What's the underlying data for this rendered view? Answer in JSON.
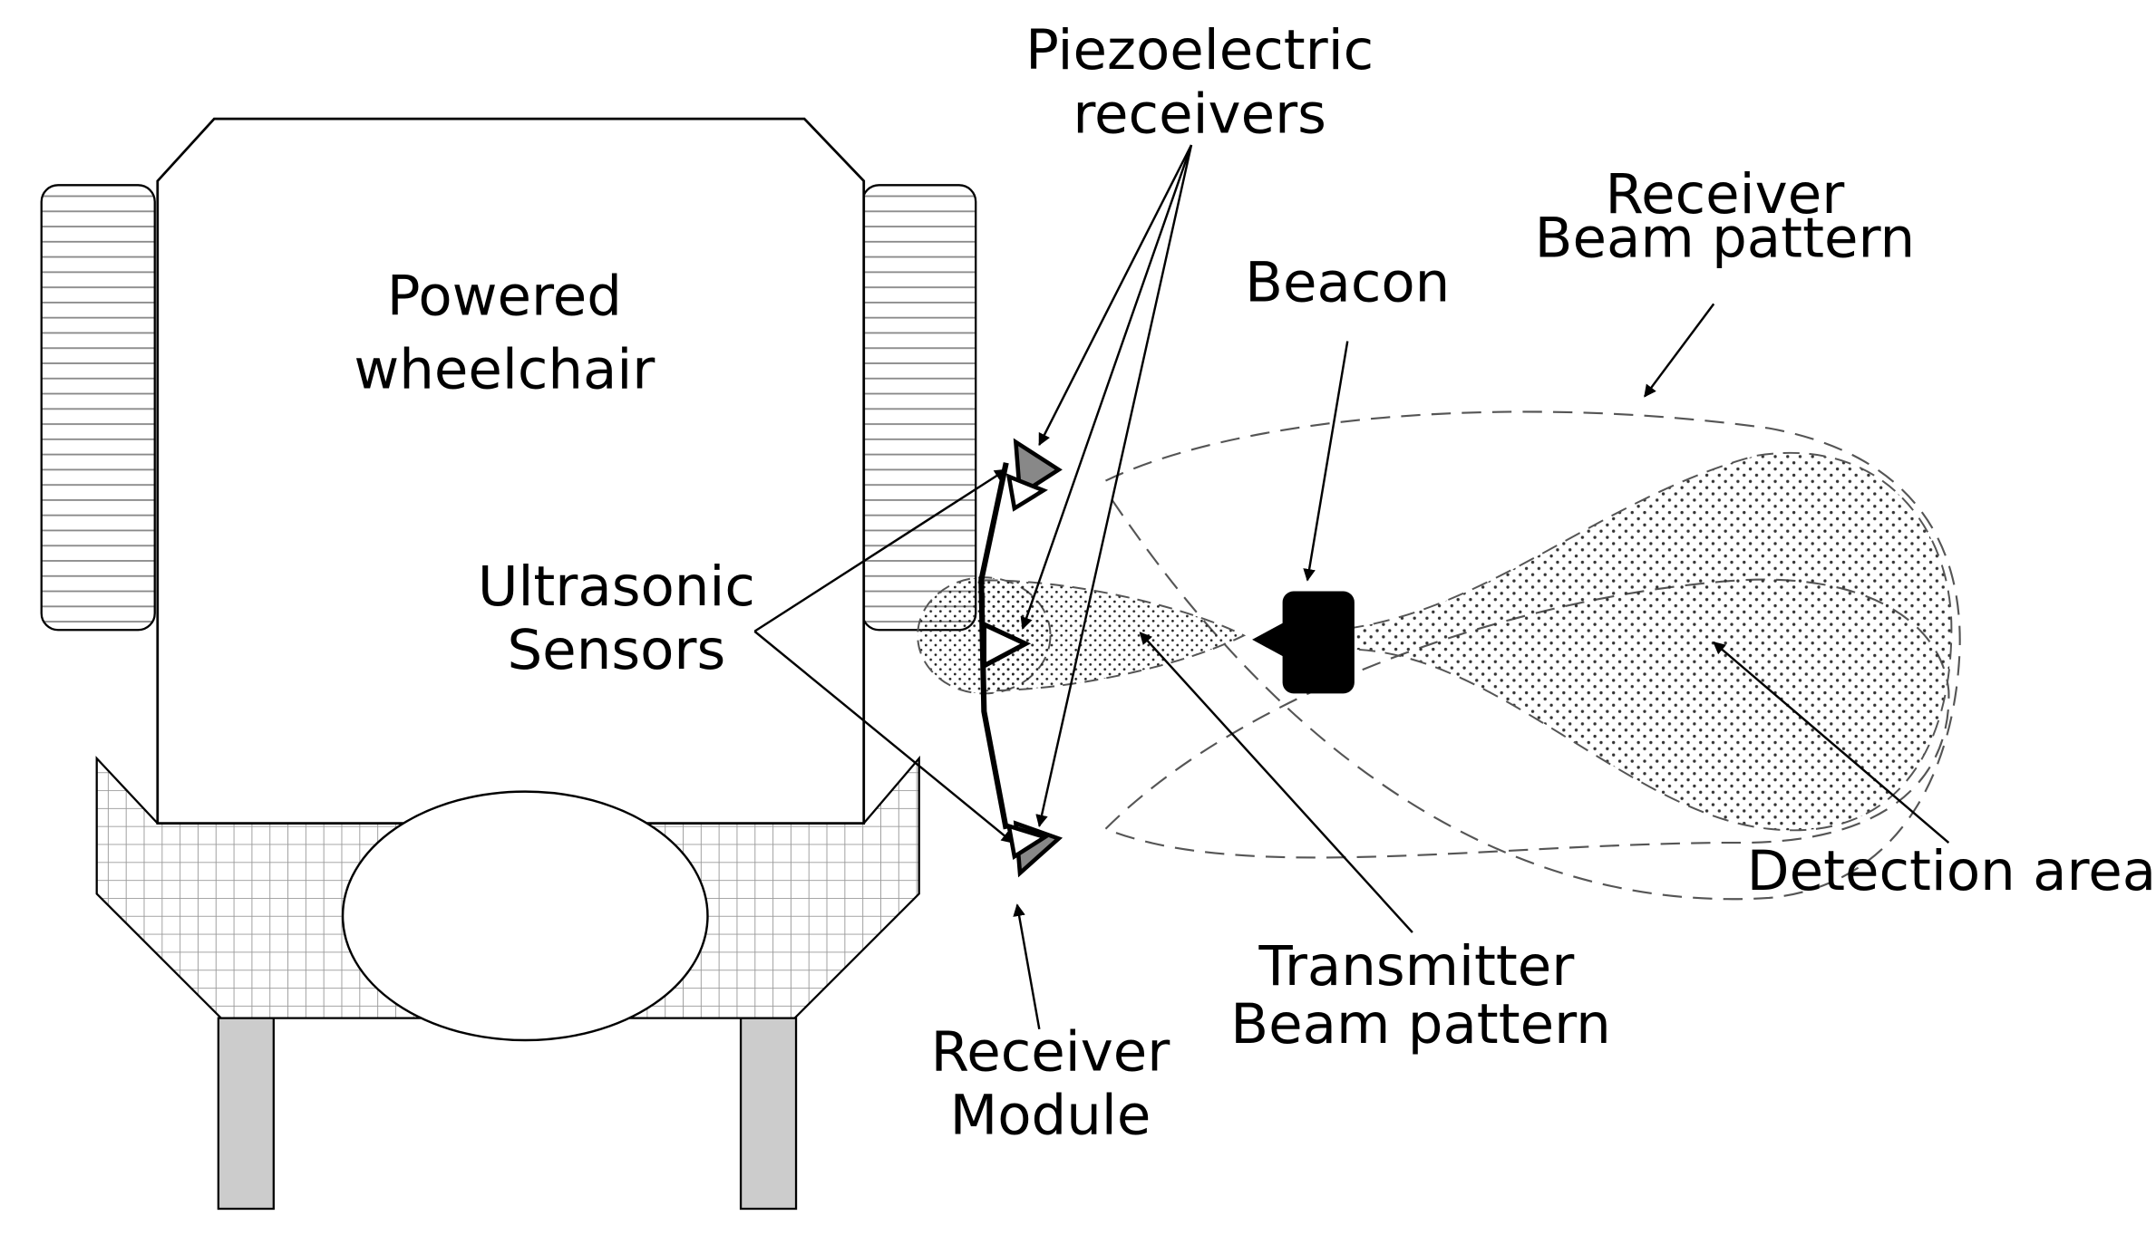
{
  "labels": {
    "piezo_line1": "Piezoelectric",
    "piezo_line2": "receivers",
    "receiver_beam_line1": "Receiver",
    "receiver_beam_line2": "Beam pattern",
    "beacon": "Beacon",
    "wheelchair_line1": "Powered",
    "wheelchair_line2": "wheelchair",
    "ultrasonic_line1": "Ultrasonic",
    "ultrasonic_line2": "Sensors",
    "detection_area": "Detection area",
    "transmitter_line1": "Transmitter",
    "transmitter_line2": "Beam pattern",
    "receiver_module_line1": "Receiver",
    "receiver_module_line2": "Module"
  }
}
